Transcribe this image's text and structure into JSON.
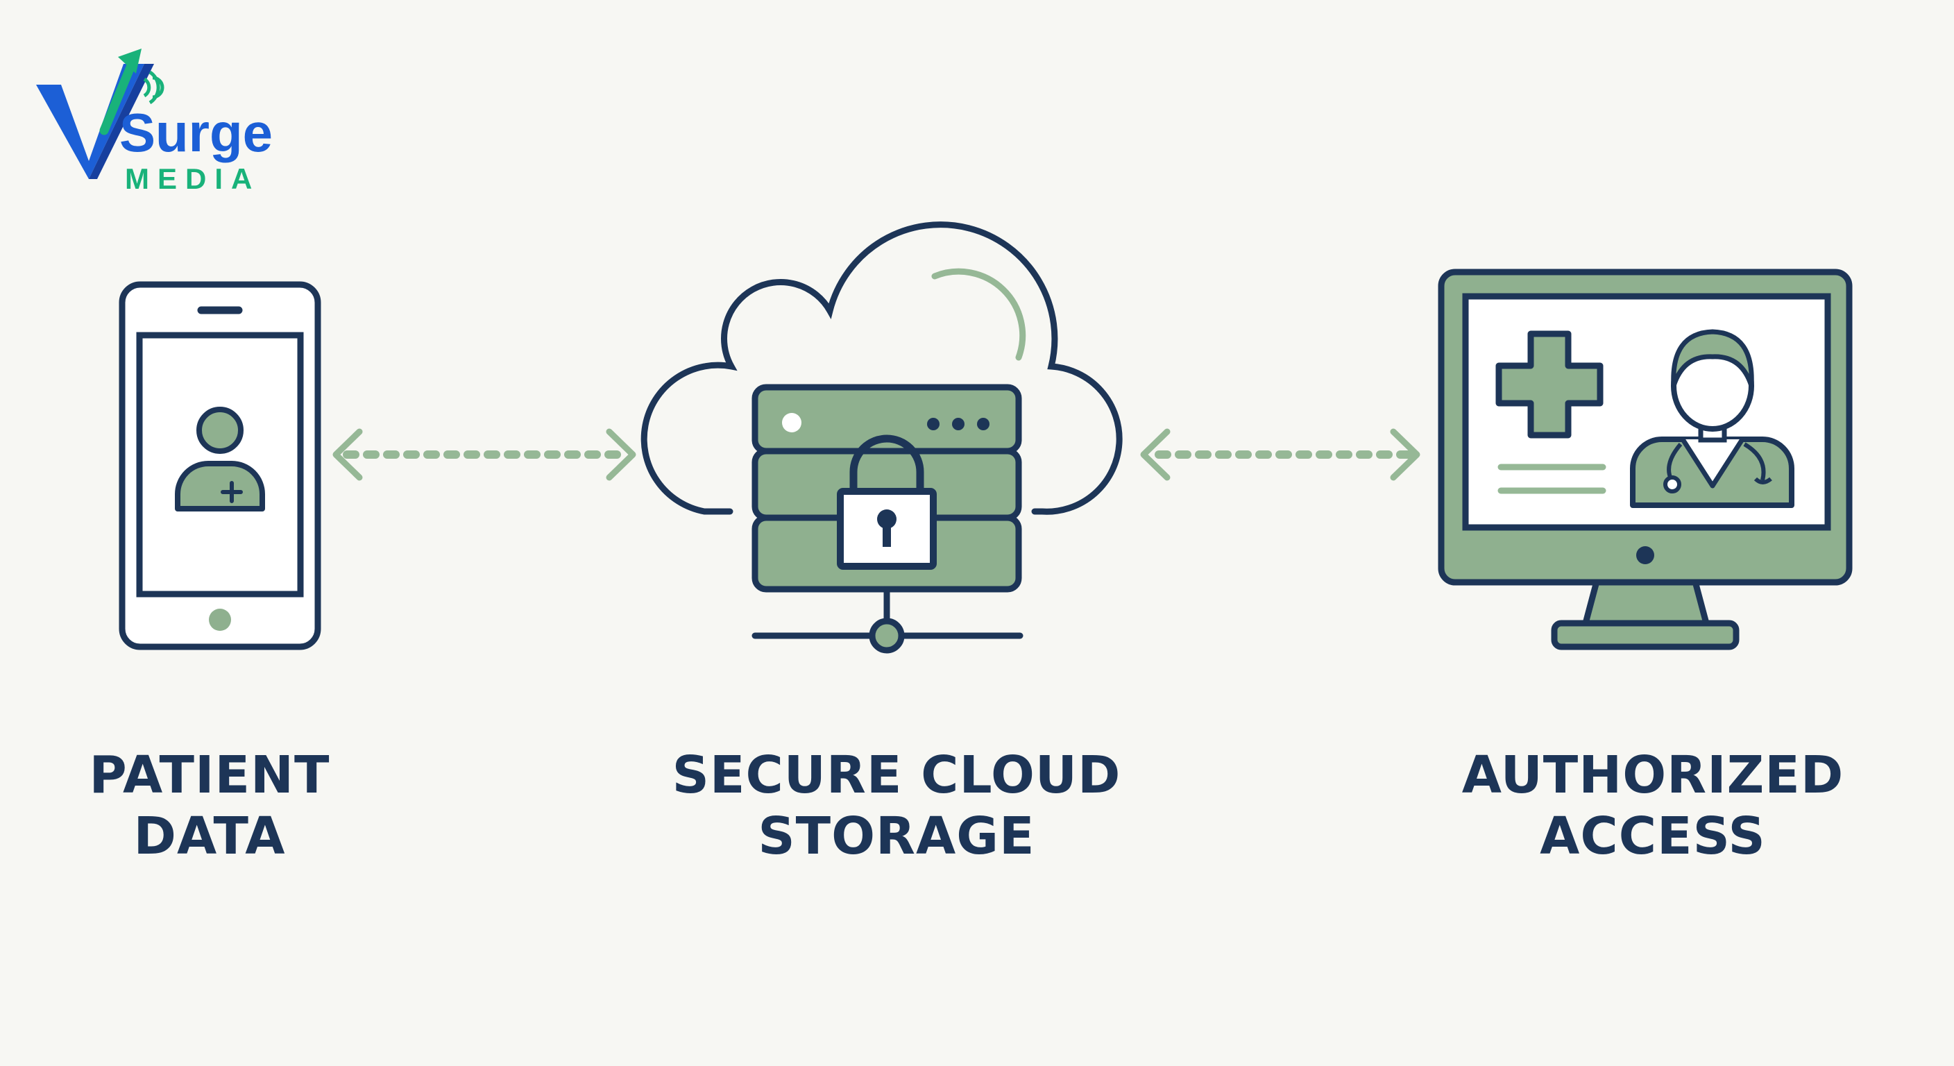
{
  "brand": {
    "name_top": "Surge",
    "name_bottom": "MEDIA",
    "icon": "v-arrow-logo-icon"
  },
  "colors": {
    "background": "#f7f7f3",
    "outline": "#1d3557",
    "fill_sage": "#8fb08f",
    "connector": "#96b896",
    "brand_blue": "#1c5fd6",
    "brand_green": "#19b27a"
  },
  "nodes": [
    {
      "id": "patient",
      "icon": "smartphone-patient-icon",
      "label_line1": "PATIENT",
      "label_line2": "DATA"
    },
    {
      "id": "cloud",
      "icon": "cloud-server-lock-icon",
      "label_line1": "SECURE CLOUD",
      "label_line2": "STORAGE"
    },
    {
      "id": "access",
      "icon": "monitor-doctor-icon",
      "label_line1": "AUTHORIZED",
      "label_line2": "ACCESS"
    }
  ],
  "edges": [
    {
      "from": "patient",
      "to": "cloud",
      "style": "dotted",
      "direction": "both"
    },
    {
      "from": "cloud",
      "to": "access",
      "style": "dotted",
      "direction": "both"
    }
  ]
}
